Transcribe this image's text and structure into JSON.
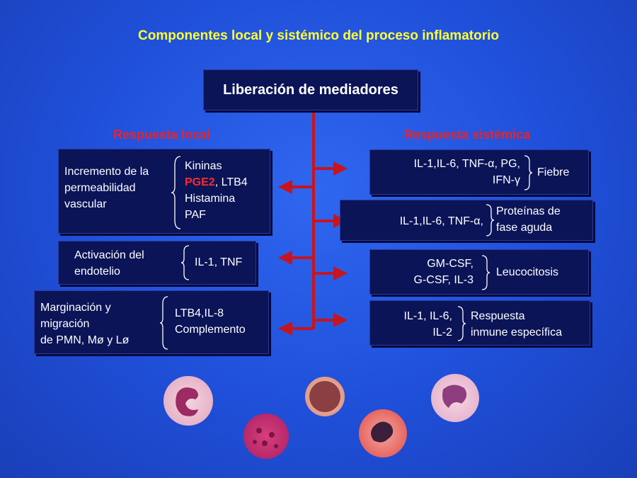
{
  "title": "Componentes local y sistémico del proceso inflamatorio",
  "main_box": "Liberación de mediadores",
  "local": {
    "header": "Respuesta local",
    "items": [
      {
        "label": [
          "Incremento de la",
          "permeabilidad",
          "vascular"
        ],
        "mediators": [
          "Kininas",
          "PGE2",
          ", LTB4",
          "Histamina",
          "PAF"
        ]
      },
      {
        "label": [
          "Activación del",
          "endotelio"
        ],
        "mediators": [
          "IL-1, TNF"
        ]
      },
      {
        "label": [
          "Marginación y",
          "migración",
          "de PMN, Mø y Lø"
        ],
        "mediators": [
          "LTB4,IL-8",
          "Complemento"
        ]
      }
    ]
  },
  "systemic": {
    "header": "Respuesta sistémica",
    "items": [
      {
        "mediators": [
          "IL-1,IL-6, TNF-α, PG,",
          "IFN-γ"
        ],
        "effect": [
          "Fiebre"
        ]
      },
      {
        "mediators": [
          "IL-1,IL-6, TNF-α,"
        ],
        "effect": [
          "Proteínas de",
          "fase aguda"
        ]
      },
      {
        "mediators": [
          "GM-CSF,",
          "G-CSF, IL-3"
        ],
        "effect": [
          "Leucocitosis"
        ]
      },
      {
        "mediators": [
          "IL-1, IL-6,",
          "IL-2"
        ],
        "effect": [
          "Respuesta",
          "inmune específica"
        ]
      }
    ]
  },
  "colors": {
    "trunk": "#c8141e",
    "box": "#0b1457",
    "title": "#ffff33",
    "header": "#e8232b"
  }
}
